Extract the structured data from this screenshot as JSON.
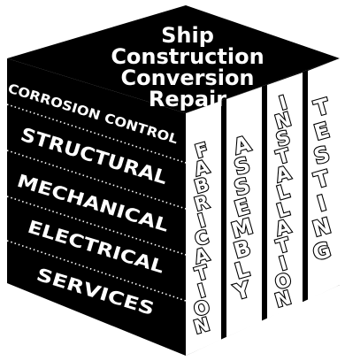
{
  "top_face": {
    "lines": [
      "Ship",
      "Construction",
      "Conversion",
      "Repair"
    ]
  },
  "left_face": {
    "rows": [
      "CORROSION CONTROL",
      "STRUCTURAL",
      "MECHANICAL",
      "ELECTRICAL",
      "SERVICES"
    ]
  },
  "right_face": {
    "columns": [
      "FABRICATION",
      "ASSEMBLY",
      "INSTALLATION",
      "TESTING"
    ]
  },
  "colors": {
    "face_fill": "#000000",
    "text": "#ffffff",
    "background": "#ffffff"
  }
}
